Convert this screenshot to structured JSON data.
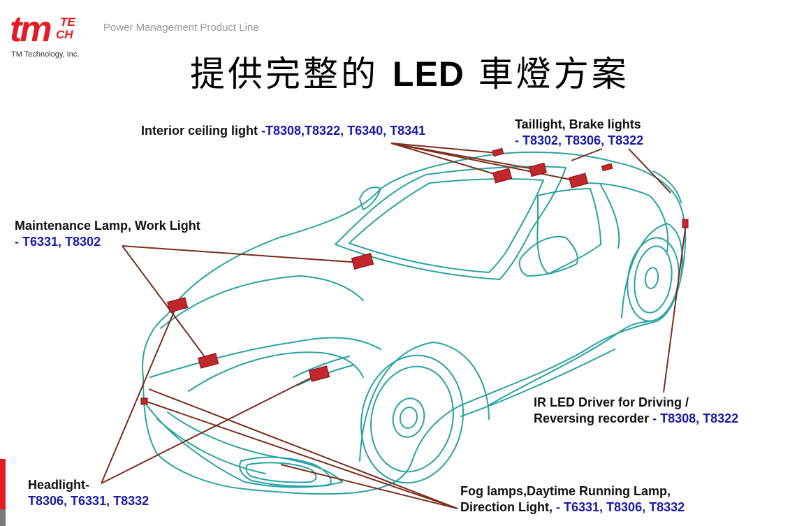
{
  "header": {
    "logo_tm": "tm",
    "logo_te": "TE",
    "logo_ch": "CH",
    "company": "TM Technology, Inc.",
    "product_line": "Power Management Product Line",
    "title_pre": "提供完整的",
    "title_led": "LED",
    "title_post": "車燈方案"
  },
  "labels": {
    "interior": {
      "name": "Interior ceiling light ",
      "parts": "-T8308,T8322, T6340, T8341"
    },
    "taillight": {
      "name": "Taillight, Brake lights",
      "parts": "- T8302, T8306, T8322"
    },
    "maintenance": {
      "name": "Maintenance Lamp, Work Light",
      "parts": "- T6331, T8302"
    },
    "ir": {
      "name1": "IR LED Driver for Driving /",
      "name2": "Reversing recorder ",
      "parts": "- T8308, T8322"
    },
    "headlight": {
      "name": "Headlight-",
      "parts": "T8306, T6331, T8332"
    },
    "fog": {
      "name1": "Fog lamps,Daytime Running Lamp,",
      "name2": "Direction Light, ",
      "parts": "- T6331, T8306, T8332"
    }
  },
  "colors": {
    "car_outline": "#2aa3a0",
    "chip": "#c4262e",
    "leader": "#7a2e1c",
    "part_numbers": "#1a1aa8",
    "brand": "#e31b23"
  }
}
